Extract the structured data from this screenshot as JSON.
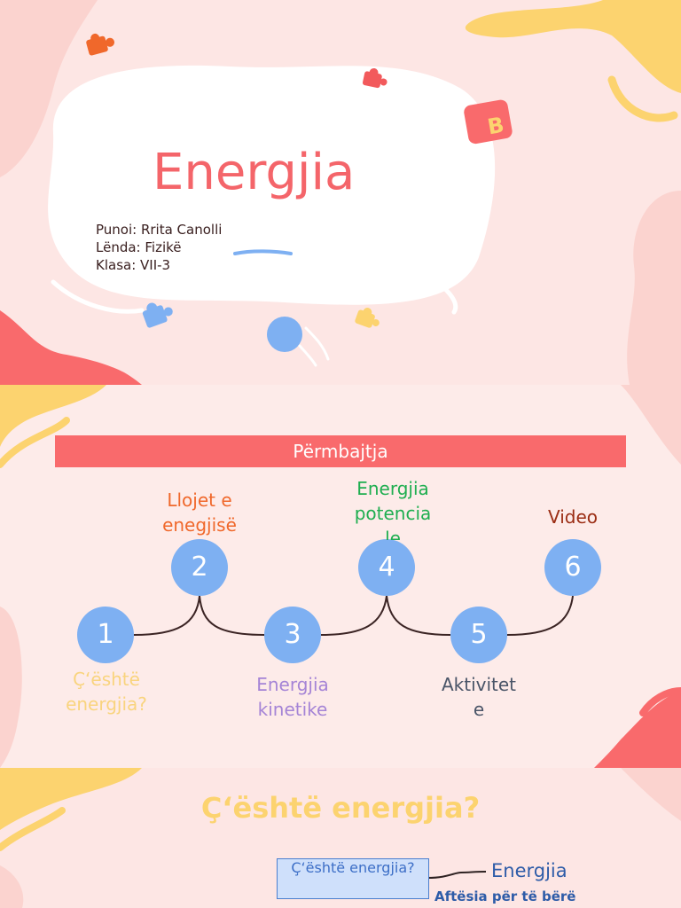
{
  "slide1": {
    "title": "Energjia",
    "meta": [
      "Punoi: Rrita Canolli",
      "Lënda: Fizikë",
      "Klasa: VII-3"
    ],
    "block_letter": "B"
  },
  "slide2": {
    "banner": "Përmbajtja",
    "nodes": [
      {
        "number": "1",
        "label_lines": [
          "Ç‘është",
          "energjia?"
        ],
        "color": "#f9d47e"
      },
      {
        "number": "2",
        "label_lines": [
          "Llojet e",
          "enegjisë"
        ],
        "color": "#f0682b"
      },
      {
        "number": "3",
        "label_lines": [
          "Energjia",
          "kinetike"
        ],
        "color": "#a584d6"
      },
      {
        "number": "4",
        "label_lines": [
          "Energjia",
          "potencia",
          "le"
        ],
        "color": "#1fae50"
      },
      {
        "number": "5",
        "label_lines": [
          "Aktivitet",
          "e"
        ],
        "color": "#4a5568"
      },
      {
        "number": "6",
        "label_lines": [
          "Video"
        ],
        "color": "#9b2d14"
      }
    ]
  },
  "slide3": {
    "title": "Ç‘është energjia?",
    "box_label": "Ç‘është energjia?",
    "term": "Energjia",
    "definition": "Aftësia për të bërë"
  },
  "colors": {
    "accent": "#f96a6c",
    "circle": "#7eb0f2",
    "yellow": "#fcd36f"
  }
}
